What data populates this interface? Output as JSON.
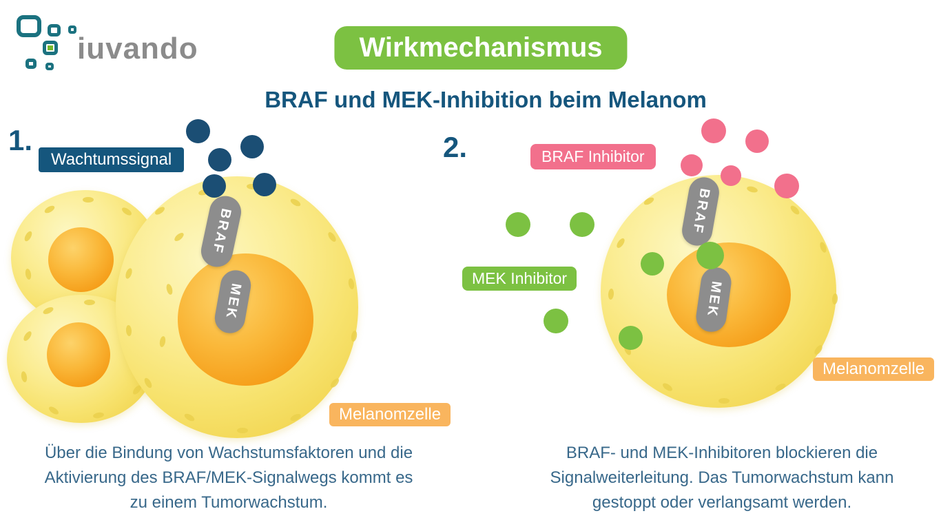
{
  "logo": {
    "text": "iuvando"
  },
  "header": {
    "title": "Wirkmechanismus",
    "subtitle": "BRAF und MEK-Inhibition beim Melanom"
  },
  "panel1": {
    "number": "1.",
    "signal_label": "Wachtumssignal",
    "braf_label": "BRAF",
    "mek_label": "MEK",
    "cell_label": "Melanomzelle",
    "growth_signal_dot_count": 5,
    "caption_lines": [
      "Über die Bindung von Wachstumsfaktoren und die",
      "Aktivierung des BRAF/MEK-Signalwegs kommt es",
      "zu einem Tumorwachstum."
    ]
  },
  "panel2": {
    "number": "2.",
    "braf_inhibitor_label": "BRAF Inhibitor",
    "mek_inhibitor_label": "MEK Inhibitor",
    "braf_label": "BRAF",
    "mek_label": "MEK",
    "cell_label": "Melanomzelle",
    "braf_inhibitor_dot_count": 5,
    "mek_inhibitor_dot_count": 6,
    "caption_lines": [
      "BRAF- und MEK-Inhibitoren blockieren die",
      "Signalweiterleitung. Das Tumorwachstum kann",
      "gestoppt oder verlangsamt werden."
    ]
  },
  "colors": {
    "green": "#7cc142",
    "dark_blue": "#15567d",
    "pink": "#f2708c",
    "orange": "#f9b55e",
    "gray_pill": "#8d8d8d",
    "navy_dot": "#1b4e74",
    "caption_color": "#38688a",
    "logo_teal": "#1b7280",
    "logo_green": "#76b82c",
    "logo_text_color": "#8b8b8b"
  }
}
